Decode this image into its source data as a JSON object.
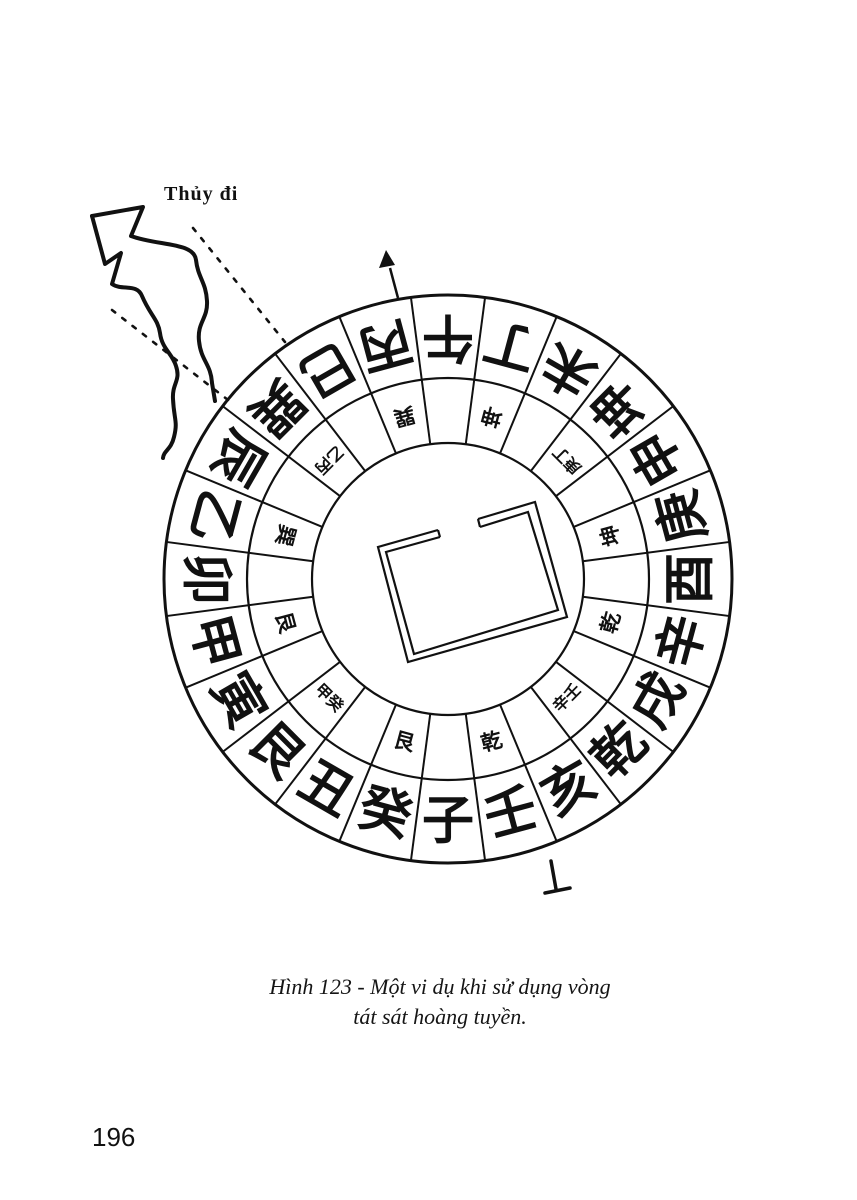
{
  "page": {
    "number": "196"
  },
  "figure": {
    "water_flow_label": "Thủy đi",
    "caption": {
      "line1": "Hình 123 - Một vi dụ khi sử dụng vòng",
      "line2": "tát sát hoàng tuyền."
    },
    "compass": {
      "outer_ring_clockwise_from_top": [
        "午",
        "丁",
        "未",
        "坤",
        "申",
        "庚",
        "酉",
        "辛",
        "戌",
        "乾",
        "亥",
        "壬",
        "子",
        "癸",
        "丑",
        "艮",
        "寅",
        "甲",
        "卯",
        "乙",
        "辰",
        "巽",
        "巳",
        "丙"
      ],
      "inner_ring_clockwise_from_top": [
        "",
        "坤",
        "",
        "庚丁",
        "",
        "坤",
        "",
        "乾",
        "",
        "辛壬",
        "",
        "乾",
        "",
        "艮",
        "",
        "甲癸",
        "",
        "艮",
        "",
        "巽",
        "",
        "乙丙",
        "",
        "巽"
      ],
      "ink_color": "#111111"
    }
  }
}
